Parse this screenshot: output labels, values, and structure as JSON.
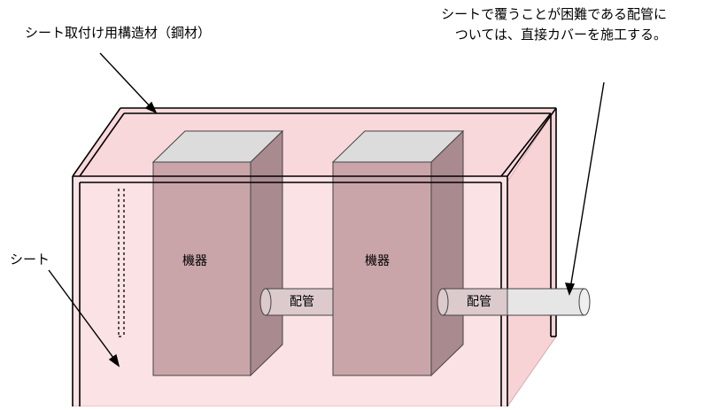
{
  "labels": {
    "frame": "シート取付け用構造材（鋼材）",
    "note_line1": "シートで覆うことが困難である配管に",
    "note_line2": "ついては、直接カバーを施工する。",
    "sheet": "シート",
    "equipment_left": "機器",
    "equipment_right": "機器",
    "pipe_left": "配管",
    "pipe_right": "配管"
  },
  "colors": {
    "sheet_fill": "#fbe0e2",
    "sheet_outline": "#c08a92",
    "equipment_front": "#c9a5aa",
    "equipment_side": "#a98a8f",
    "equipment_top": "#dcdcdc",
    "pipe_fill": "#dccacc",
    "pipe_cover": "#e6e6e6",
    "line": "#000000"
  }
}
